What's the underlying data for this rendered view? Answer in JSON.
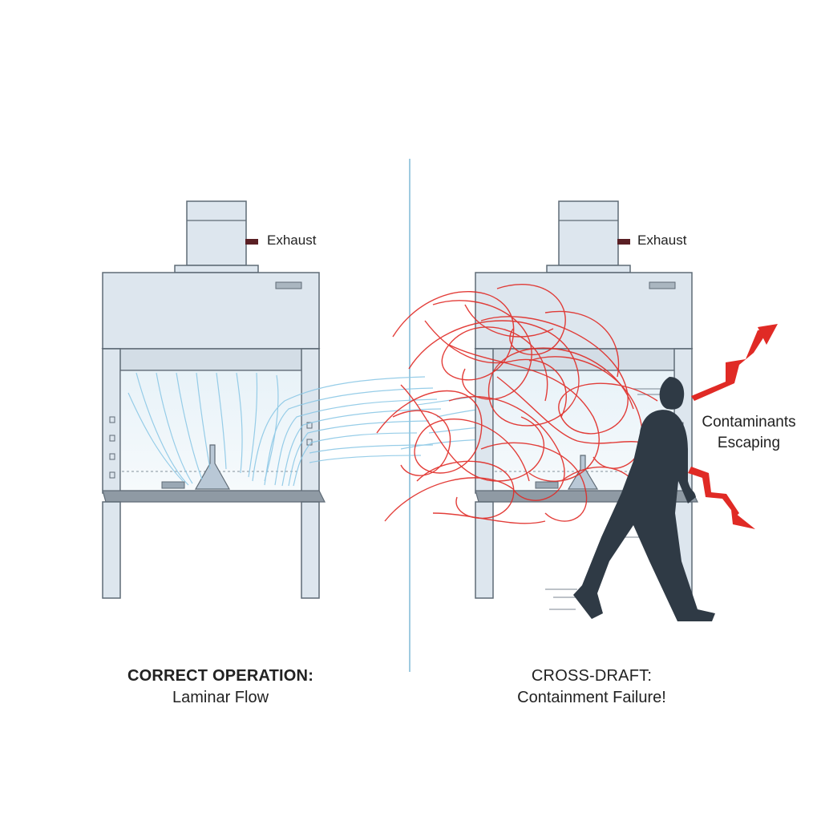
{
  "left_panel": {
    "exhaust_label": "Exhaust",
    "caption_title": "CORRECT OPERATION:",
    "caption_subtitle": "Laminar Flow"
  },
  "right_panel": {
    "exhaust_label": "Exhaust",
    "caption_title": "CROSS-DRAFT:",
    "caption_subtitle": "Containment Failure!",
    "contaminants_line1": "Contaminants",
    "contaminants_line2": "Escaping"
  },
  "colors": {
    "hood_fill": "#dde6ee",
    "hood_stroke": "#5f6b76",
    "laminar_flow": "#8cc8e6",
    "turbulent_flow": "#e02a25",
    "person": "#2f3a45",
    "divider": "#9fcbe0",
    "exhaust_marker": "#5a1f24"
  }
}
